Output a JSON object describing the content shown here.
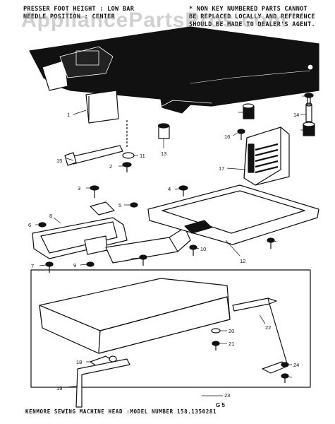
{
  "header": {
    "left_line1": "PRESSER FOOT HEIGHT : LOW BAR",
    "left_line2": "NEEDLE POSITION : CENTER",
    "right_line1": "* NON KEY NUMBERED PARTS CANNOT",
    "right_line2": "BE REPLACED LOCALLY AND REFERENCE",
    "right_line3": "SHOULD BE MADE TO DEALER'S AGENT."
  },
  "watermark": "AppliancePartsPros.com",
  "footer": "KENMORE SEWING MACHINE HEAD :MODEL NUMBER 158.1350281",
  "figure_code": "G 5",
  "part_numbers": [
    "1",
    "2",
    "3",
    "4",
    "5",
    "6",
    "7",
    "8",
    "9",
    "10",
    "11",
    "12",
    "13",
    "14",
    "15",
    "16",
    "17",
    "18",
    "19",
    "20",
    "21",
    "22",
    "23",
    "24"
  ],
  "colors": {
    "ink": "#111111",
    "paper": "#ffffff",
    "watermark": "#969696"
  }
}
